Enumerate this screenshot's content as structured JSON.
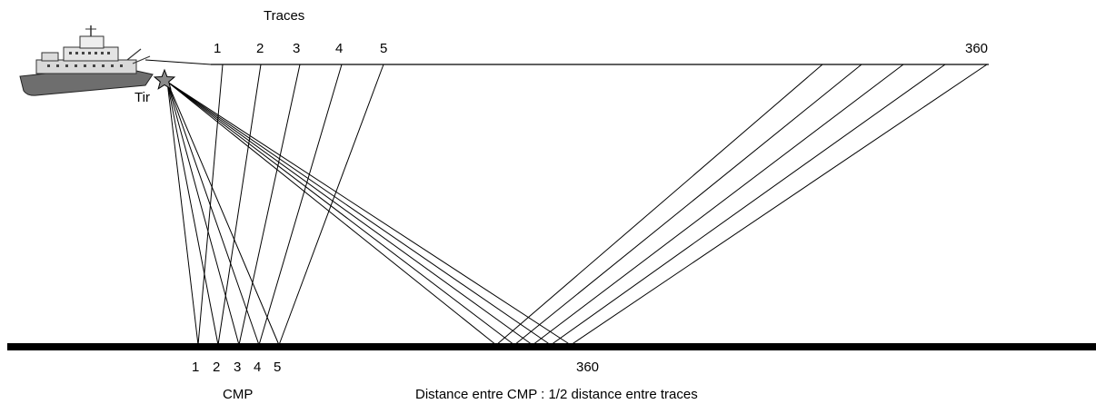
{
  "labels": {
    "traces_title": "Traces",
    "shot_label": "Tir",
    "cmp_label": "CMP",
    "caption": "Distance entre CMP : 1/2 distance entre traces"
  },
  "traces": {
    "trace_labels": [
      "1",
      "2",
      "3",
      "4",
      "5",
      "360"
    ]
  },
  "cmps": {
    "cmp_labels": [
      "1",
      "2",
      "3",
      "4",
      "5",
      "360"
    ]
  },
  "colors": {
    "line": "#000000",
    "ship_hull": "#6e6e6e",
    "ship_super": "#d9d9d9",
    "star": "#8a8a8a"
  },
  "icons": {
    "ship": "ship-icon",
    "shot": "star-icon"
  }
}
